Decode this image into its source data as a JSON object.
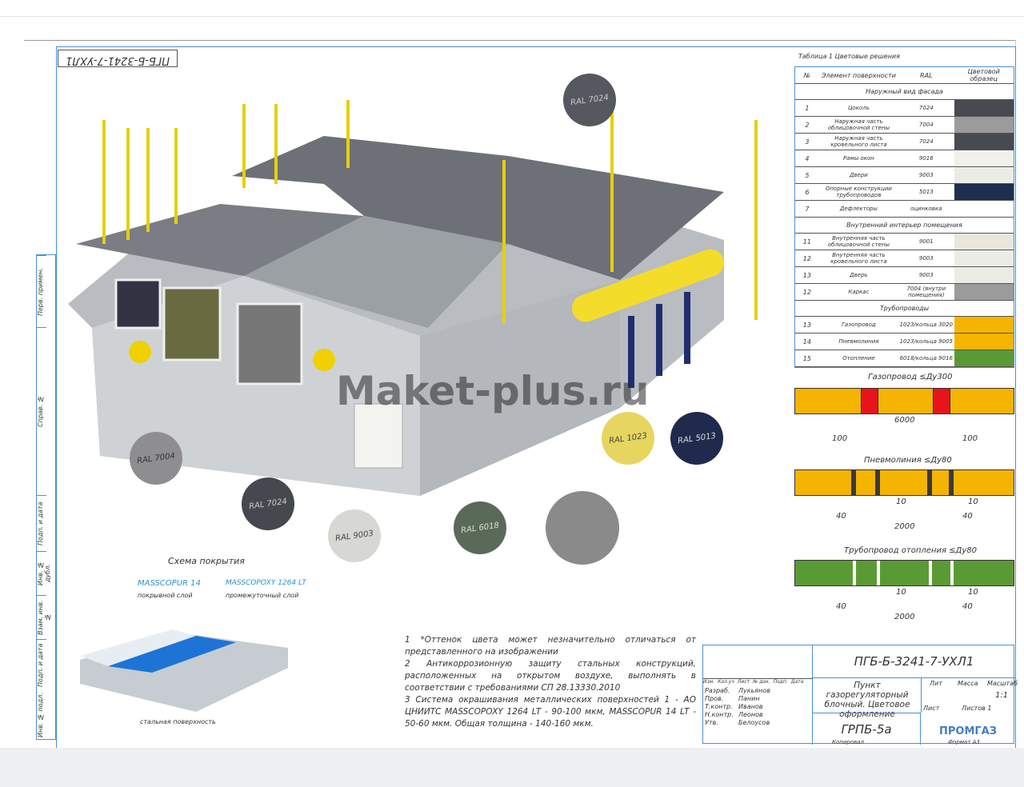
{
  "drawing_code": "ПГБ-Б-3241-7-УХЛ1",
  "table": {
    "title": "Таблица 1   Цветовые решения",
    "headers": [
      "№",
      "Элемент поверхности",
      "RAL",
      "Цветовой образец"
    ],
    "sections": [
      {
        "name": "Наружный вид фасада",
        "rows": [
          {
            "n": "1",
            "name": "Цоколь",
            "ral": "7024",
            "color": "#474a50"
          },
          {
            "n": "2",
            "name": "Наружная часть облицовочной стены",
            "ral": "7004",
            "color": "#9b9b9b"
          },
          {
            "n": "3",
            "name": "Наружная часть кровельного листа",
            "ral": "7024",
            "color": "#474a50"
          },
          {
            "n": "4",
            "name": "Рамы окон",
            "ral": "9016",
            "color": "#f1f0ea"
          },
          {
            "n": "5",
            "name": "Двери",
            "ral": "9003",
            "color": "#ecece7"
          },
          {
            "n": "6",
            "name": "Опорные конструкции трубопроводов",
            "ral": "5013",
            "color": "#1e2e4f"
          },
          {
            "n": "7",
            "name": "Дефлекторы",
            "ral": "оцинковка",
            "color": ""
          }
        ]
      },
      {
        "name": "Внутренний интерьер помещения",
        "rows": [
          {
            "n": "11",
            "name": "Внутренняя часть облицовочной стены",
            "ral": "9001",
            "color": "#e9e6dc"
          },
          {
            "n": "12",
            "name": "Внутренняя часть кровельного листа",
            "ral": "9003",
            "color": "#ecece7"
          },
          {
            "n": "13",
            "name": "Дверь",
            "ral": "9003",
            "color": "#ecece7"
          },
          {
            "n": "12",
            "name": "Каркас",
            "ral": "7004 (внутри помещения)",
            "color": "#9b9b9b"
          }
        ]
      },
      {
        "name": "Трубопроводы",
        "rows": [
          {
            "n": "13",
            "name": "Газопровод",
            "ral": "1023/кольца 3020",
            "color": "#f5b400"
          },
          {
            "n": "14",
            "name": "Пневмолиния",
            "ral": "1023/кольца 9005",
            "color": "#f5b400"
          },
          {
            "n": "15",
            "name": "Отопление",
            "ral": "6018/кольца 9016",
            "color": "#5a9a35"
          }
        ]
      }
    ]
  },
  "pipes": [
    {
      "title": "Газопровод ≤Ду300",
      "dims": [
        "6000",
        "100",
        "100"
      ]
    },
    {
      "title": "Пневмолиния ≤Ду80",
      "dims": [
        "10",
        "10",
        "40",
        "40",
        "2000"
      ]
    },
    {
      "title": "Трубопровод отопления ≤Ду80",
      "dims": [
        "10",
        "10",
        "40",
        "40",
        "2000"
      ]
    }
  ],
  "callouts": [
    "RAL 7004",
    "RAL 7024",
    "RAL 9003",
    "RAL 1023",
    "RAL 5013",
    "RAL 7024",
    "RAL 6018"
  ],
  "coating": {
    "title": "Схема покрытия",
    "top_name": "MASSCOPUR 14",
    "top_desc": "покрывной слой",
    "mid_name": "MASSCOPOXY 1264 LT",
    "mid_desc": "промежуточный слой",
    "base_desc": "стальная поверхность"
  },
  "notes": [
    "1 *Оттенок цвета может незначительно отличаться от представленного на изображении",
    "2 Антикоррозионную защиту стальных конструкций, расположенных на открытом воздухе, выполнять в соответствии с требованиями СП 28.13330.2010",
    "3 Система окрашивания металлических поверхностей 1 - АО ЦНИИТС MASSCOPOXY 1264 LT - 90-100 мкм, MASSCOPUR 14 LT - 50-60 мкм. Общая толщина - 140-160 мкм."
  ],
  "title_block": {
    "code": "ПГБ-Б-3241-7-УХЛ1",
    "name": "Пункт газорегуляторный блочный. Цветовое оформление",
    "product": "ГРПБ-5а",
    "headers": [
      "Изм.",
      "Кол.уч",
      "Лист",
      "№ док.",
      "Подп.",
      "Дата"
    ],
    "people": [
      [
        "Разраб.",
        "Лукьянов"
      ],
      [
        "Пров.",
        "Панин"
      ],
      [
        "Т.контр.",
        "Иванов"
      ],
      [
        "Н.контр.",
        "Леонов"
      ],
      [
        "Утв.",
        "Белоусов"
      ]
    ],
    "lit": "Лит",
    "mass": "Масса",
    "scale": "Масштаб",
    "scale_val": "1:1",
    "sheet": "Лист",
    "sheets": "Листов 1",
    "company": "ПРОМГАЗ",
    "copied": "Копировал",
    "format": "Формат А3"
  },
  "stamp_labels": [
    "Перв. примен.",
    "Справ. №",
    "Подп. и дата",
    "Инв. № дубл.",
    "Взам. инв. №",
    "Подп. и дата",
    "Инв. № подл."
  ],
  "watermark": "Maket-plus.ru"
}
